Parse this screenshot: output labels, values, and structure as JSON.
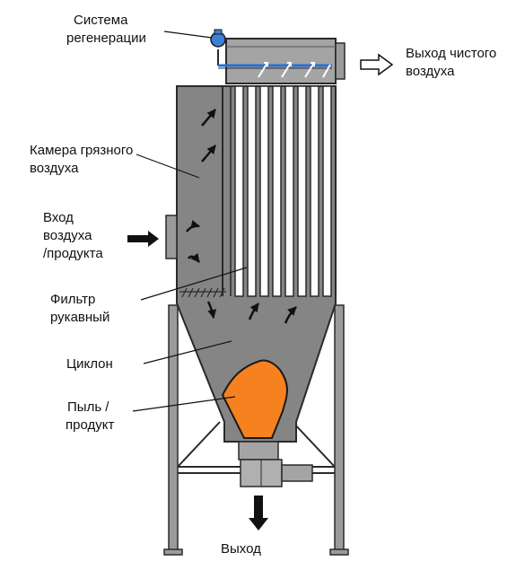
{
  "labels": {
    "regen_line1": "Система",
    "regen_line2": "регенерации",
    "clean_out_line1": "Выход чистого",
    "clean_out_line2": "воздуха",
    "dirty_line1": "Камера грязного",
    "dirty_line2": "воздуха",
    "inlet_line1": "Вход",
    "inlet_line2": "воздуха",
    "inlet_line3": "/продукта",
    "filter_line1": "Фильтр",
    "filter_line2": "рукавный",
    "cyclone": "Циклон",
    "dust_line1": "Пыль /",
    "dust_line2": "продукт",
    "outlet": "Выход"
  },
  "colors": {
    "body_gray": "#858585",
    "steel_gray": "#a4a4a4",
    "outline": "#2a2a2a",
    "dust_orange": "#f5821f",
    "valve_blue": "#3d7fd4",
    "bag_white": "#ffffff"
  },
  "icons": {
    "inlet_arrow": "arrow-right-filled-icon",
    "clean_air_arrow": "arrow-right-outline-icon",
    "outlet_arrow": "arrow-down-filled-icon",
    "regeneration_valve": "valve-icon"
  }
}
